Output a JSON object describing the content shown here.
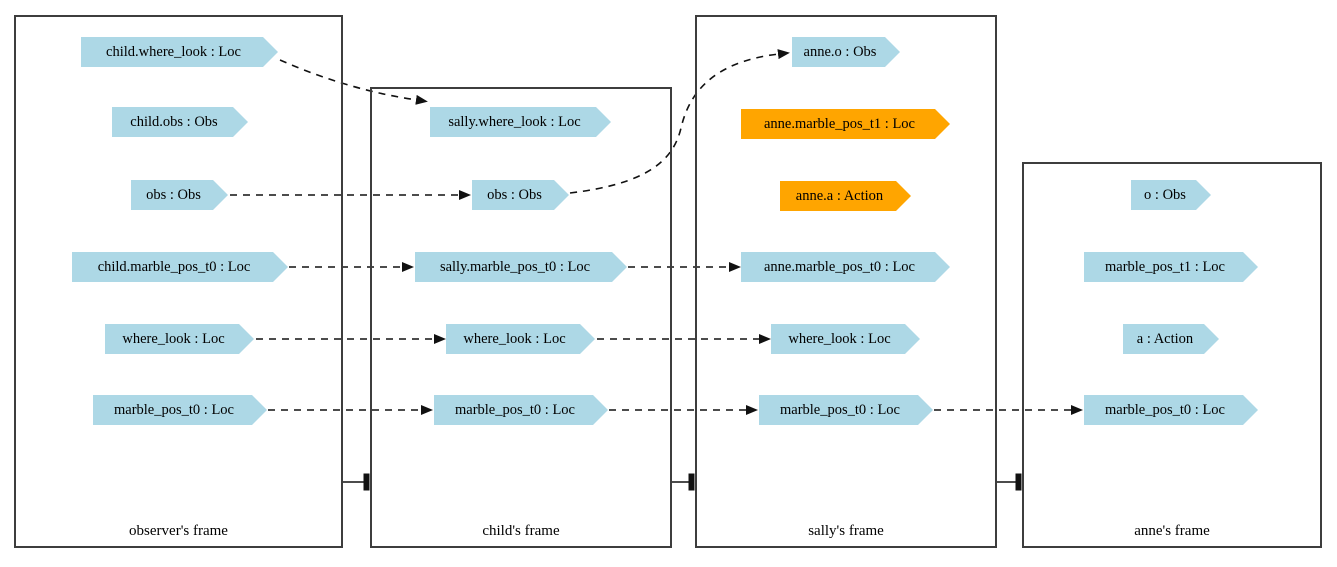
{
  "diagram_type": "frame-dependency-diagram",
  "colors": {
    "node_blue": "#add8e6",
    "node_orange": "#ffa500",
    "edge": "#111111",
    "frame_border": "#3d3d3d",
    "background": "#ffffff"
  },
  "frames": [
    {
      "id": "observer",
      "caption": "observer's frame",
      "nodes": [
        {
          "label": "child.where_look : Loc",
          "color": "blue"
        },
        {
          "label": "child.obs : Obs",
          "color": "blue"
        },
        {
          "label": "obs : Obs",
          "color": "blue"
        },
        {
          "label": "child.marble_pos_t0 : Loc",
          "color": "blue"
        },
        {
          "label": "where_look : Loc",
          "color": "blue"
        },
        {
          "label": "marble_pos_t0 : Loc",
          "color": "blue"
        }
      ]
    },
    {
      "id": "child",
      "caption": "child's frame",
      "nodes": [
        {
          "label": "sally.where_look : Loc",
          "color": "blue"
        },
        {
          "label": "obs : Obs",
          "color": "blue"
        },
        {
          "label": "sally.marble_pos_t0 : Loc",
          "color": "blue"
        },
        {
          "label": "where_look : Loc",
          "color": "blue"
        },
        {
          "label": "marble_pos_t0 : Loc",
          "color": "blue"
        }
      ]
    },
    {
      "id": "sally",
      "caption": "sally's frame",
      "nodes": [
        {
          "label": "anne.o : Obs",
          "color": "blue"
        },
        {
          "label": "anne.marble_pos_t1 : Loc",
          "color": "orange"
        },
        {
          "label": "anne.a : Action",
          "color": "orange"
        },
        {
          "label": "anne.marble_pos_t0 : Loc",
          "color": "blue"
        },
        {
          "label": "where_look : Loc",
          "color": "blue"
        },
        {
          "label": "marble_pos_t0 : Loc",
          "color": "blue"
        }
      ]
    },
    {
      "id": "anne",
      "caption": "anne's frame",
      "nodes": [
        {
          "label": "o : Obs",
          "color": "blue"
        },
        {
          "label": "marble_pos_t1 : Loc",
          "color": "blue"
        },
        {
          "label": "a : Action",
          "color": "blue"
        },
        {
          "label": "marble_pos_t0 : Loc",
          "color": "blue"
        }
      ]
    }
  ],
  "edges": [
    {
      "from": "observer/child.where_look : Loc",
      "to": "child/sally.where_look : Loc",
      "style": "dashed-arrow"
    },
    {
      "from": "observer/obs : Obs",
      "to": "child/obs : Obs",
      "style": "dashed-arrow"
    },
    {
      "from": "child/obs : Obs",
      "to": "sally/anne.o : Obs",
      "style": "dashed-arrow"
    },
    {
      "from": "observer/child.marble_pos_t0 : Loc",
      "to": "child/sally.marble_pos_t0 : Loc",
      "style": "dashed-arrow"
    },
    {
      "from": "child/sally.marble_pos_t0 : Loc",
      "to": "sally/anne.marble_pos_t0 : Loc",
      "style": "dashed-arrow"
    },
    {
      "from": "observer/where_look : Loc",
      "to": "child/where_look : Loc",
      "style": "dashed-arrow"
    },
    {
      "from": "child/where_look : Loc",
      "to": "sally/where_look : Loc",
      "style": "dashed-arrow"
    },
    {
      "from": "observer/marble_pos_t0 : Loc",
      "to": "child/marble_pos_t0 : Loc",
      "style": "dashed-arrow"
    },
    {
      "from": "child/marble_pos_t0 : Loc",
      "to": "sally/marble_pos_t0 : Loc",
      "style": "dashed-arrow"
    },
    {
      "from": "sally/marble_pos_t0 : Loc",
      "to": "anne/marble_pos_t0 : Loc",
      "style": "dashed-arrow"
    }
  ],
  "frame_links": [
    {
      "from": "observer",
      "to": "child",
      "style": "solid-tee"
    },
    {
      "from": "child",
      "to": "sally",
      "style": "solid-tee"
    },
    {
      "from": "sally",
      "to": "anne",
      "style": "solid-tee"
    }
  ]
}
